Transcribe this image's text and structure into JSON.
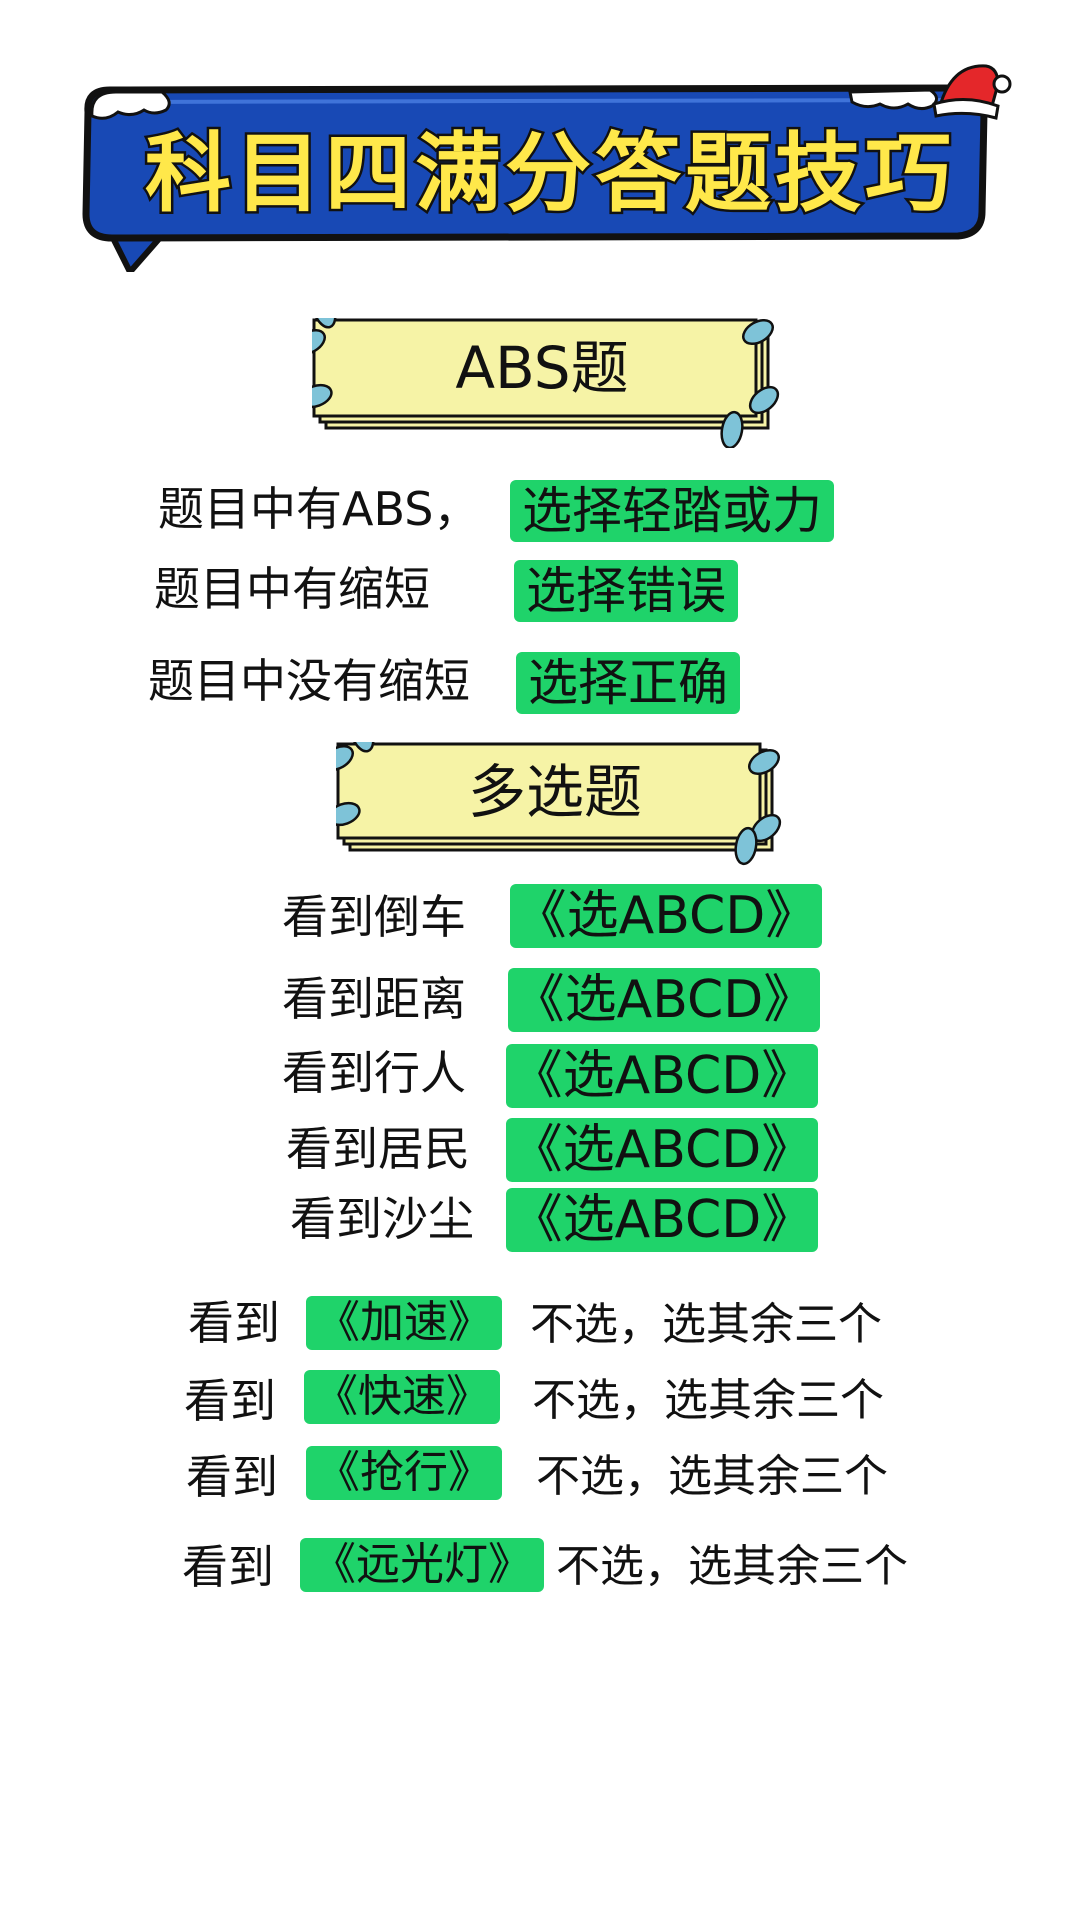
{
  "title": "科目四满分答题技巧",
  "colors": {
    "banner_blue": "#1849b5",
    "title_yellow": "#ffe84a",
    "card_yellow": "#f6f3a6",
    "pill_green": "#1fd36a",
    "leaf_blue": "#7ec3d8"
  },
  "abs_section": {
    "header": "ABS题",
    "rows": [
      {
        "label": "题目中有ABS，",
        "answer": "选择轻踏或力"
      },
      {
        "label": "题目中有缩短",
        "answer": "选择错误"
      },
      {
        "label": "题目中没有缩短",
        "answer": "选择正确"
      }
    ]
  },
  "multi_section": {
    "header": "多选题",
    "abcd_rows": [
      {
        "label": "看到倒车",
        "answer": "《选ABCD》"
      },
      {
        "label": "看到距离",
        "answer": "《选ABCD》"
      },
      {
        "label": "看到行人",
        "answer": "《选ABCD》"
      },
      {
        "label": "看到居民",
        "answer": "《选ABCD》"
      },
      {
        "label": "看到沙尘",
        "answer": "《选ABCD》"
      }
    ],
    "exclude_rows": [
      {
        "prefix": "看到",
        "keyword": "《加速》",
        "rule": "不选，选其余三个"
      },
      {
        "prefix": "看到",
        "keyword": "《快速》",
        "rule": "不选，选其余三个"
      },
      {
        "prefix": "看到",
        "keyword": "《抢行》",
        "rule": "不选，选其余三个"
      },
      {
        "prefix": "看到",
        "keyword": "《远光灯》",
        "rule": "不选，选其余三个"
      }
    ]
  }
}
